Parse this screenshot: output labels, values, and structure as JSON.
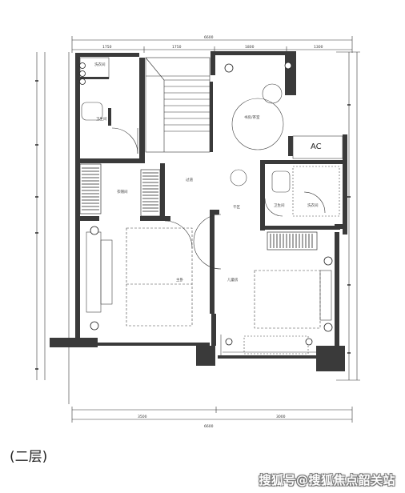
{
  "caption": "(二层)",
  "watermark": "搜狐号@搜狐焦点韶关站",
  "dimensions": {
    "top_1": "1750",
    "top_2": "1750",
    "top_3": "1800",
    "top_4": "1300",
    "top_total": "6600",
    "bottom_1": "3500",
    "bottom_2": "3000",
    "bottom_total": "6600"
  },
  "ac_label": "AC",
  "rooms": {
    "washroom": "洗衣间",
    "bath1": "卫生间",
    "cloakroom": "衣帽间",
    "corridor": "过道",
    "study": "书房/茶室",
    "master_bed": "主卧",
    "kids_room": "儿童房",
    "wash_area": "干区",
    "bath2": "卫生间",
    "laundry": "洗衣间"
  }
}
